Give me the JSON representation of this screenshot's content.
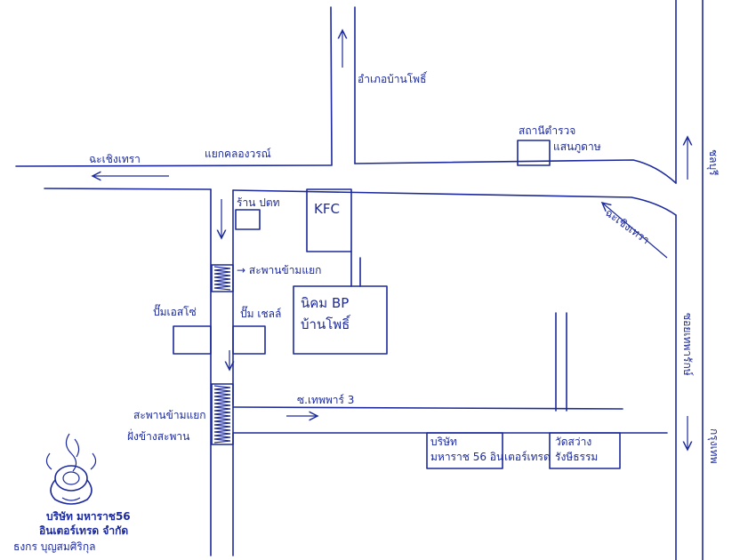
{
  "map": {
    "labels": {
      "ban_pho_district": "อำเภอบ้านโพธิ์",
      "chachoengsao_left": "ฉะเชิงเทรา",
      "klong_junction": "แยกคลองวรณ์",
      "police_line1": "สถานีตำรวจ",
      "police_line2": "แสนภูดาษ",
      "chonburi": "ชลบุรี",
      "chachoengsao_right": "ฉะเชิงเทรา",
      "kfc": "KFC",
      "ptt": "ร้าน ปตท",
      "bridge_upper": "→ สะพานข้ามแยก",
      "esso": "ปั๊มเอสโซ่",
      "shell": "ปั๊ม เชลล์",
      "bp_line1": "นิคม BP",
      "bp_line2": "บ้านโพธิ์",
      "soi": "ซ.เทพพาร์ 3",
      "bridge_lower_line1": "สะพานข้ามแยก",
      "bridge_lower_line2": "ฝั่งข้างสะพาน",
      "soi_right": "ซอยเทพารักษ์",
      "bangkok": "กรุงเทพ",
      "company_box_line1": "บริษัท",
      "company_box_line2": "มหาราช 56 อิน",
      "company_box_line3": "เตอร์เทรด",
      "temple_line1": "วัดสว่าง",
      "temple_line2": "รังษีธรรม"
    }
  },
  "logo": {
    "line1": "บริษัท มหาราช56",
    "line2": "อินเตอร์เทรด จำกัด"
  },
  "signature": "ธงกร บุญสมศิริกุล",
  "colors": {
    "ink": "#1c2a9c",
    "background": "#ffffff"
  }
}
